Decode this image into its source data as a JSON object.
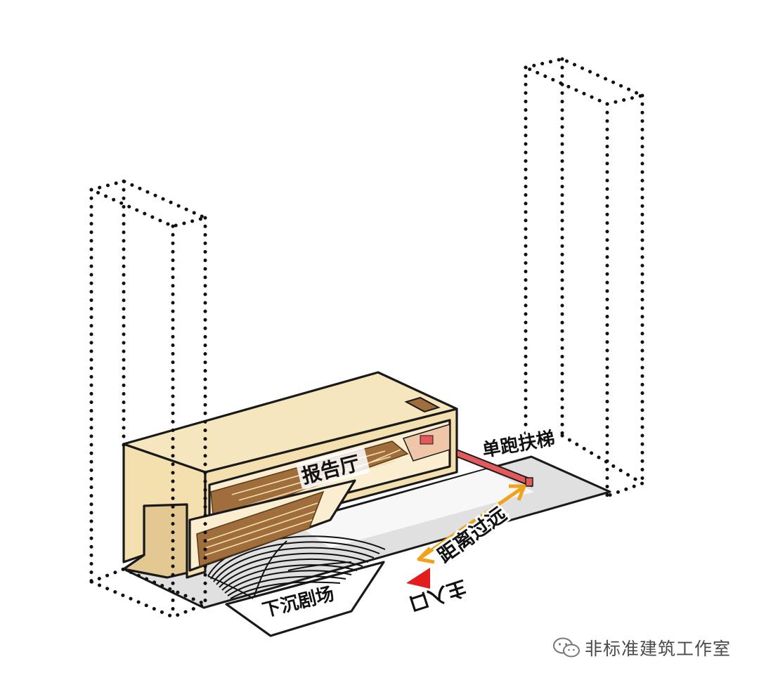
{
  "diagram": {
    "labels": {
      "auditorium": "报告厅",
      "escalator": "单跑扶梯",
      "distance": "距离过远",
      "entrance": "主入口",
      "sunken_theater": "下沉剧场"
    },
    "watermark": "非标准建筑工作室",
    "colors": {
      "building": "#f4dfae",
      "building_dark": "#e3c891",
      "ground": "#e0e0e0",
      "escalator": "#e45a5a",
      "arrow": "#f0a21c",
      "entrance_marker": "#e11d1d",
      "wood": "#a06d3c"
    }
  }
}
